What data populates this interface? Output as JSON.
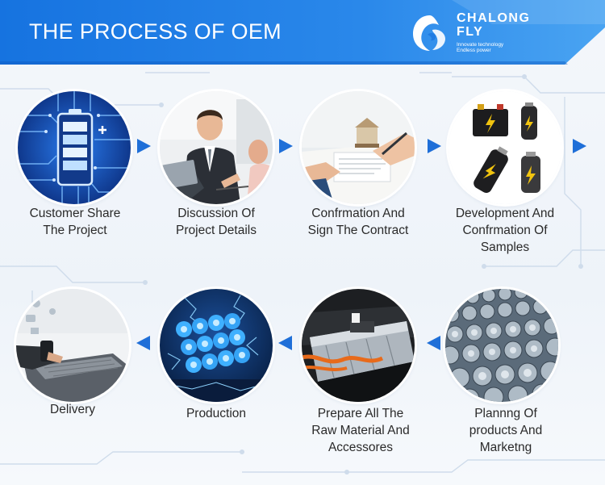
{
  "header": {
    "title": "THE PROCESS OF OEM",
    "brand_line1": "CHALONG",
    "brand_line2": "FLY",
    "tagline_line1": "Innovate technology",
    "tagline_line2": "Endless power",
    "accent": "#1f7be3"
  },
  "steps": [
    {
      "lines": [
        "Customer Share",
        "The Project"
      ],
      "icon": "circuit-battery-image"
    },
    {
      "lines": [
        "Discussion Of",
        "Project Details"
      ],
      "icon": "meeting-people-image"
    },
    {
      "lines": [
        "Confrmation And",
        "Sign The Contract"
      ],
      "icon": "signing-contract-image"
    },
    {
      "lines": [
        "Development And",
        "Confrmation Of",
        "Samples"
      ],
      "icon": "battery-samples-image"
    },
    {
      "lines": [
        "Plannng Of",
        "products And",
        "Marketng"
      ],
      "icon": "cell-array-image"
    },
    {
      "lines": [
        "Prepare All The",
        "Raw Material And",
        "Accessores"
      ],
      "icon": "battery-module-image"
    },
    {
      "lines": [
        "Production"
      ],
      "icon": "production-cells-image"
    },
    {
      "lines": [
        "Delivery"
      ],
      "icon": "laptop-delivery-image"
    }
  ]
}
